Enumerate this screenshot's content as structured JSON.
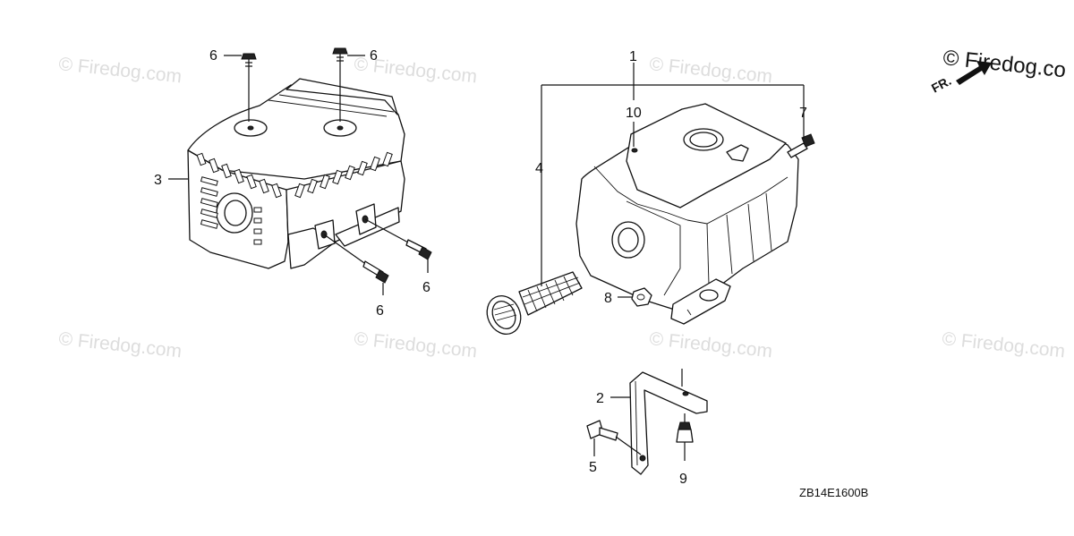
{
  "watermark": "© Firedog.com",
  "corner_watermark": "© Firedog.co",
  "direction_label": "FR.",
  "diagram_code": "ZB14E1600B",
  "callouts": {
    "c1": "1",
    "c2": "2",
    "c3": "3",
    "c4": "4",
    "c5": "5",
    "c6a": "6",
    "c6b": "6",
    "c6c": "6",
    "c6d": "6",
    "c7": "7",
    "c8": "8",
    "c9": "9",
    "c10": "10"
  }
}
